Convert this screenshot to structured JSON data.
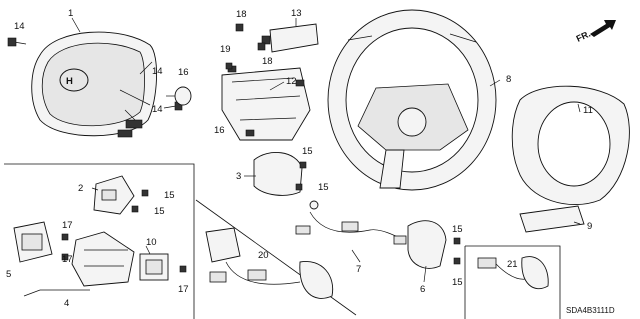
{
  "parts": [
    {
      "id": "p1",
      "label": "1"
    },
    {
      "id": "p2",
      "label": "2"
    },
    {
      "id": "p3",
      "label": "3"
    },
    {
      "id": "p4",
      "label": "4"
    },
    {
      "id": "p5",
      "label": "5"
    },
    {
      "id": "p6",
      "label": "6"
    },
    {
      "id": "p7",
      "label": "7"
    },
    {
      "id": "p8",
      "label": "8"
    },
    {
      "id": "p9",
      "label": "9"
    },
    {
      "id": "p10",
      "label": "10"
    },
    {
      "id": "p11",
      "label": "11"
    },
    {
      "id": "p12",
      "label": "12"
    },
    {
      "id": "p13",
      "label": "13"
    },
    {
      "id": "p14",
      "label": "14"
    },
    {
      "id": "p15",
      "label": "15"
    },
    {
      "id": "p16",
      "label": "16"
    },
    {
      "id": "p17",
      "label": "17"
    },
    {
      "id": "p18",
      "label": "18"
    },
    {
      "id": "p19",
      "label": "19"
    },
    {
      "id": "p20",
      "label": "20"
    },
    {
      "id": "p21",
      "label": "21"
    }
  ],
  "diagram_code": "SDA4B3111D",
  "direction_label": "FR."
}
